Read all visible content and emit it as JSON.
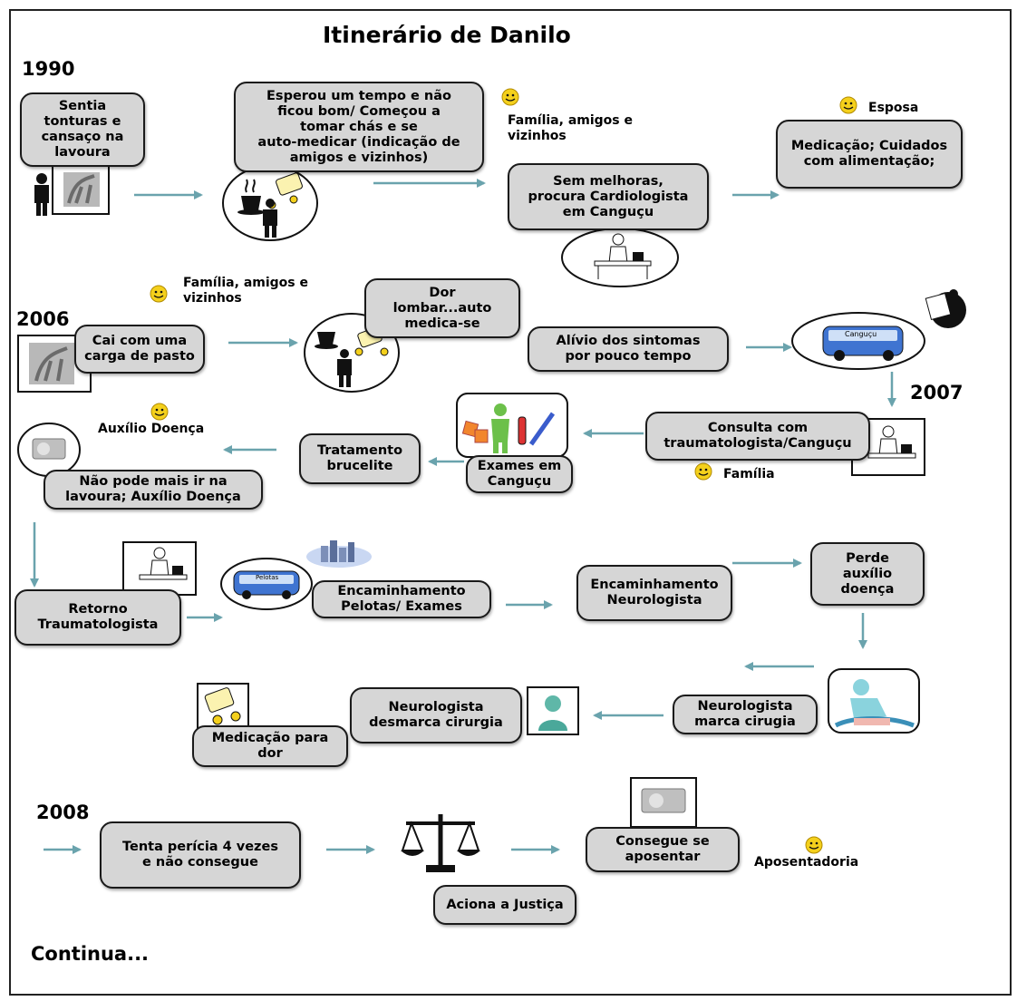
{
  "title": "Itinerário de Danilo",
  "years": {
    "y1990": "1990",
    "y2006": "2006",
    "y2007": "2007",
    "y2008": "2008"
  },
  "boxes": {
    "tonturas": "Sentia\ntonturas e\ncansaço na\nlavoura",
    "esperou": "Esperou um tempo e não\nficou bom/ Começou a\ntomar chás e se\nauto-medicar (indicação de\namigos e vizinhos)",
    "cardio": "Sem melhoras,\nprocura Cardiologista\nem Canguçu",
    "medicacao": "Medicação; Cuidados\ncom alimentação;",
    "cai": "Cai com uma\ncarga de pasto",
    "lombar": "Dor\nlombar...auto\nmedica-se",
    "alivio": "Alívio dos sintomas\npor pouco tempo",
    "trauma": "Consulta com\ntraumatologista/Canguçu",
    "exames": "Exames em\nCanguçu",
    "brucelite": "Tratamento\nbrucelite",
    "naopode": "Não pode mais ir na\nlavoura; Auxílio Doença",
    "retorno": "Retorno\nTraumatologista",
    "encpel": "Encaminhamento\nPelotas/ Exames",
    "encneuro": "Encaminhamento\nNeurologista",
    "perde": "Perde\nauxílio\ndoença",
    "marca": "Neurologista\nmarca cirugia",
    "desmarca": "Neurologista\ndesmarca cirurgia",
    "meddor": "Medicação para\ndor",
    "pericia": "Tenta perícia 4 vezes\ne não consegue",
    "justica": "Aciona a Justiça",
    "aposentar": "Consegue se\naposentar"
  },
  "labels": {
    "familia1": "Família, amigos e\nvizinhos",
    "esposa": "Esposa",
    "familia2": "Família, amigos e\n vizinhos",
    "auxilio": "Auxílio Doença",
    "familia3": "Família",
    "aposentadoria": "Aposentadoria"
  },
  "bus_labels": {
    "bus1": "Canguçu",
    "bus2": "Pelotas"
  },
  "footer": "Continua...",
  "colors": {
    "box_fill": "#d6d6d6",
    "arrow": "#6aa3ad",
    "smiley": "#f4d01c",
    "bus": "#3f74d1"
  },
  "icons": [
    "person-icon",
    "farm-icon",
    "tea-icon",
    "pills-icon",
    "doctor-desk-icon",
    "bus-icon",
    "wheelchair-icon",
    "lab-icon",
    "money-icon",
    "city-icon",
    "surgeon-icon",
    "scales-icon",
    "smiley-icon"
  ]
}
